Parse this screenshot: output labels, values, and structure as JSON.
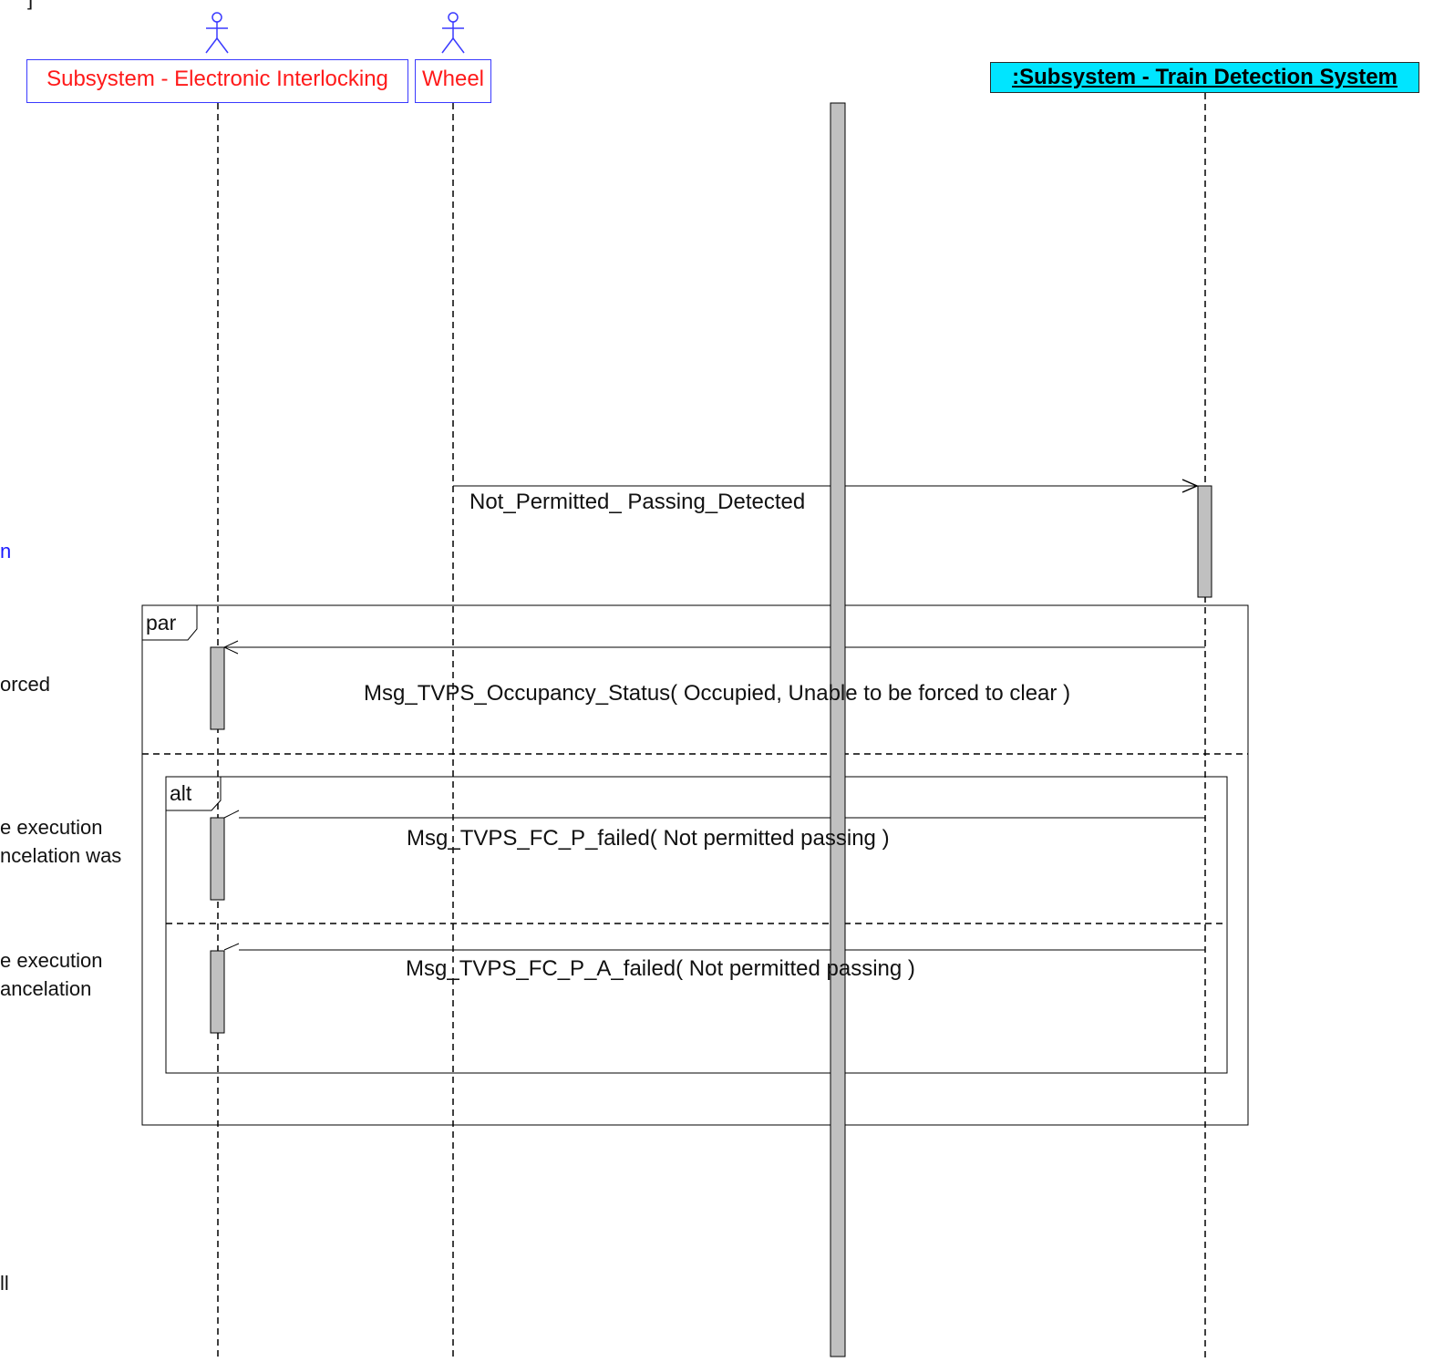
{
  "lifelines": {
    "electronic_interlocking": "Subsystem - Electronic Interlocking",
    "wheel": "Wheel",
    "train_detection": ":Subsystem - Train Detection System"
  },
  "messages": {
    "not_permitted": "Not_Permitted_ Passing_Detected",
    "occupancy": "Msg_TVPS_Occupancy_Status( Occupied, Unable to be forced to clear )",
    "fc_p_failed": "Msg_TVPS_FC_P_failed( Not permitted passing )",
    "fc_p_a_failed": "Msg_TVPS_FC_P_A_failed( Not permitted passing )"
  },
  "fragments": {
    "par": "par",
    "alt": "alt"
  },
  "side_notes": {
    "top_corner": "]",
    "n1": "n",
    "n2": "orced",
    "n3_line1": "e execution",
    "n3_line2": "ncelation was",
    "n4_line1": "e execution",
    "n4_line2": "ancelation",
    "n5": "ll"
  },
  "colors": {
    "actor_stroke": "#3a3aff",
    "actor_label": "#ff1a1a",
    "tds_fill": "#00e5ff",
    "activation_fill": "#c0c0c0",
    "note_blue": "#1a1aff"
  }
}
